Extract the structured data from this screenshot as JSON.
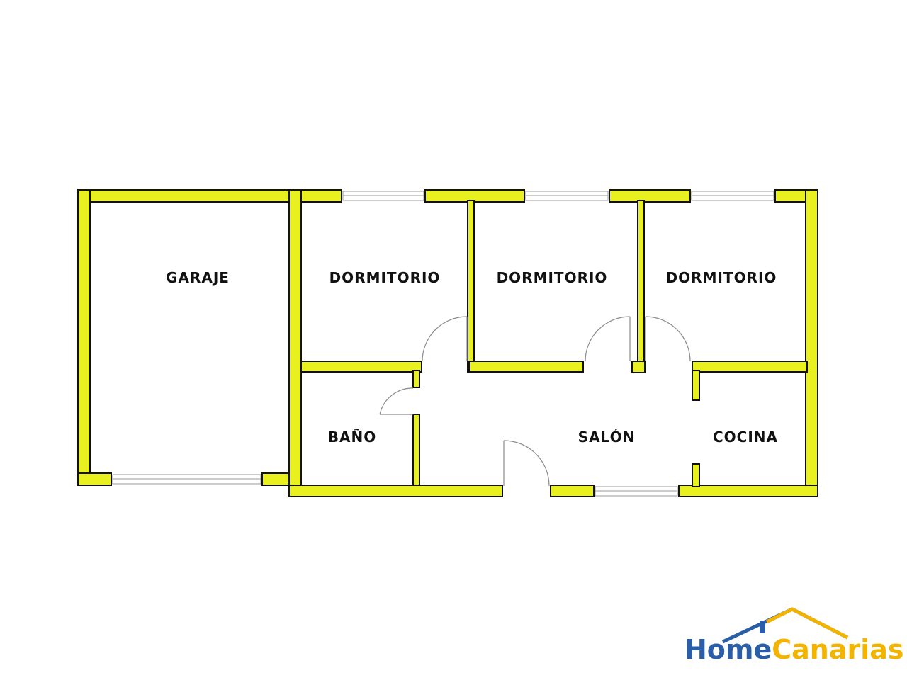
{
  "floor_plan": {
    "rooms": {
      "garaje": "GARAJE",
      "dormitorio_1": "DORMITORIO",
      "dormitorio_2": "DORMITORIO",
      "dormitorio_3": "DORMITORIO",
      "bano": "BAÑO",
      "salon": "SALÓN",
      "cocina": "COCINA"
    }
  },
  "logo": {
    "part1": "Home",
    "part2": "Canarias"
  },
  "colors": {
    "wall_fill": "#e9f01f",
    "wall_stroke": "#111111",
    "logo_blue": "#2a5ea8",
    "logo_yellow": "#f2b400"
  }
}
